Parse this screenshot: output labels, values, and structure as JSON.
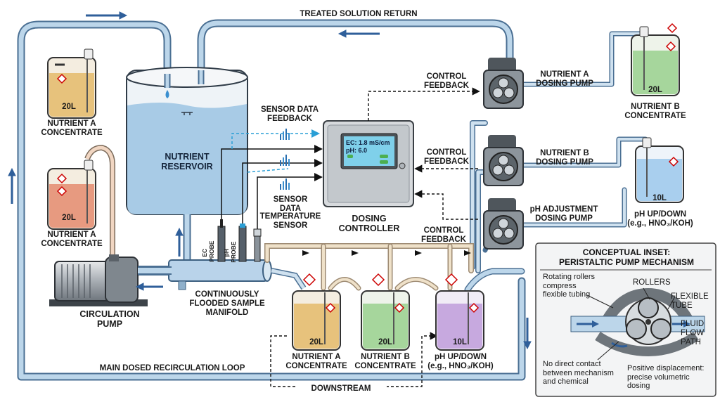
{
  "titles": {
    "treated_return": "TREATED SOLUTION RETURN",
    "main_loop": "MAIN DOSED RECIRCULATION LOOP",
    "downstream": "DOWNSTREAM"
  },
  "reservoir": {
    "label": "NUTRIENT\nRESERVOIR"
  },
  "controller": {
    "label": "DOSING\nCONTROLLER",
    "screen_line1": "EC: 1.8 mS/cm",
    "screen_line2": "pH: 6.0"
  },
  "pumps": {
    "circulation": "CIRCULATION\nPUMP",
    "nutrient_a": "NUTRIENT A\nDOSING PUMP",
    "nutrient_b": "NUTRIENT B\nDOSING PUMP",
    "ph": "pH ADJUSTMENT\nDOSING PUMP"
  },
  "manifold": {
    "label": "CONTINUOUSLY\nFLOODED SAMPLE\nMANIFOLD"
  },
  "probes": {
    "ec": "EC\nPROBE",
    "ph": "pH\nPROBE"
  },
  "sensors": {
    "feedback1": "SENSOR DATA\nFEEDBACK",
    "feedback2": "SENSOR\nDATA",
    "temperature": "TEMPERATURE\nSENSOR"
  },
  "control_feedback": [
    "CONTROL\nFEEDBACK",
    "CONTROL\nFEEDBACK",
    "CONTROL\nFEEDBACK"
  ],
  "containers": {
    "left_top": {
      "volume": "20L",
      "label": "NUTRIENT A\nCONCENTRATE"
    },
    "left_mid": {
      "volume": "20L",
      "label": "NUTRIENT A\nCONCENTRATE"
    },
    "right_top": {
      "volume": "20L",
      "label": "NUTRIENT B\nCONCENTRATE"
    },
    "right_mid": {
      "volume": "10L",
      "label": "pH UP/DOWN\n(e.g., HNO₃/KOH)"
    },
    "bottom_a": {
      "volume": "20L",
      "label": "NUTRIENT A\nCONCENTRATE"
    },
    "bottom_b": {
      "volume": "20L",
      "label": "NUTRIENT B\nCONCENTRATE"
    },
    "bottom_ph": {
      "volume": "10L",
      "label": "pH UP/DOWN\n(e.g., HNO₃/KOH)"
    }
  },
  "inset": {
    "title": "CONCEPTUAL INSET:\nPERISTALTIC PUMP MECHANISM",
    "rollers_note": "Rotating rollers\ncompress\nflexible tubing",
    "rollers": "ROLLERS",
    "tube": "FLEXIBLE\nTUBE",
    "flow": "FLUID\nFLOW\nPATH",
    "no_contact": "No direct contact\nbetween mechanism\nand chemical",
    "displacement": "Positive displacement:\nprecise volumetric\ndosing"
  },
  "colors": {
    "pipe": "#a9c9e2",
    "pipe_edge": "#4a6f93",
    "water": "#a8cbe6",
    "nutrient_a": "#e7c27c",
    "nutrient_a_red": "#e79a80",
    "nutrient_b": "#a6d69c",
    "ph": "#c7a9df",
    "ph_right": "#a9cfee",
    "arrow": "#2f5f9a",
    "sensor_line": "#2a9fd6"
  }
}
